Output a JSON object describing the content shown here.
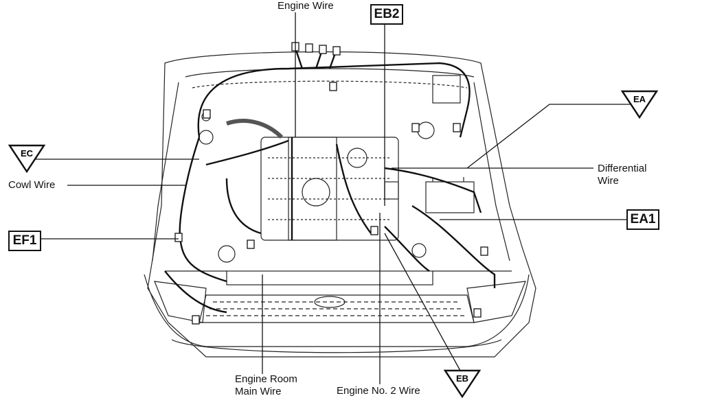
{
  "labels": {
    "engine_wire": "Engine Wire",
    "cowl_wire": "Cowl Wire",
    "differential_wire_line1": "Differential",
    "differential_wire_line2": "Wire",
    "engine_room_main_wire_line1": "Engine Room",
    "engine_room_main_wire_line2": "Main Wire",
    "engine_no2_wire": "Engine No. 2 Wire"
  },
  "connector_boxes": {
    "eb2": "EB2",
    "ea1": "EA1",
    "ef1": "EF1"
  },
  "ground_triangles": {
    "ec": "EC",
    "ea": "EA",
    "eb": "EB"
  }
}
